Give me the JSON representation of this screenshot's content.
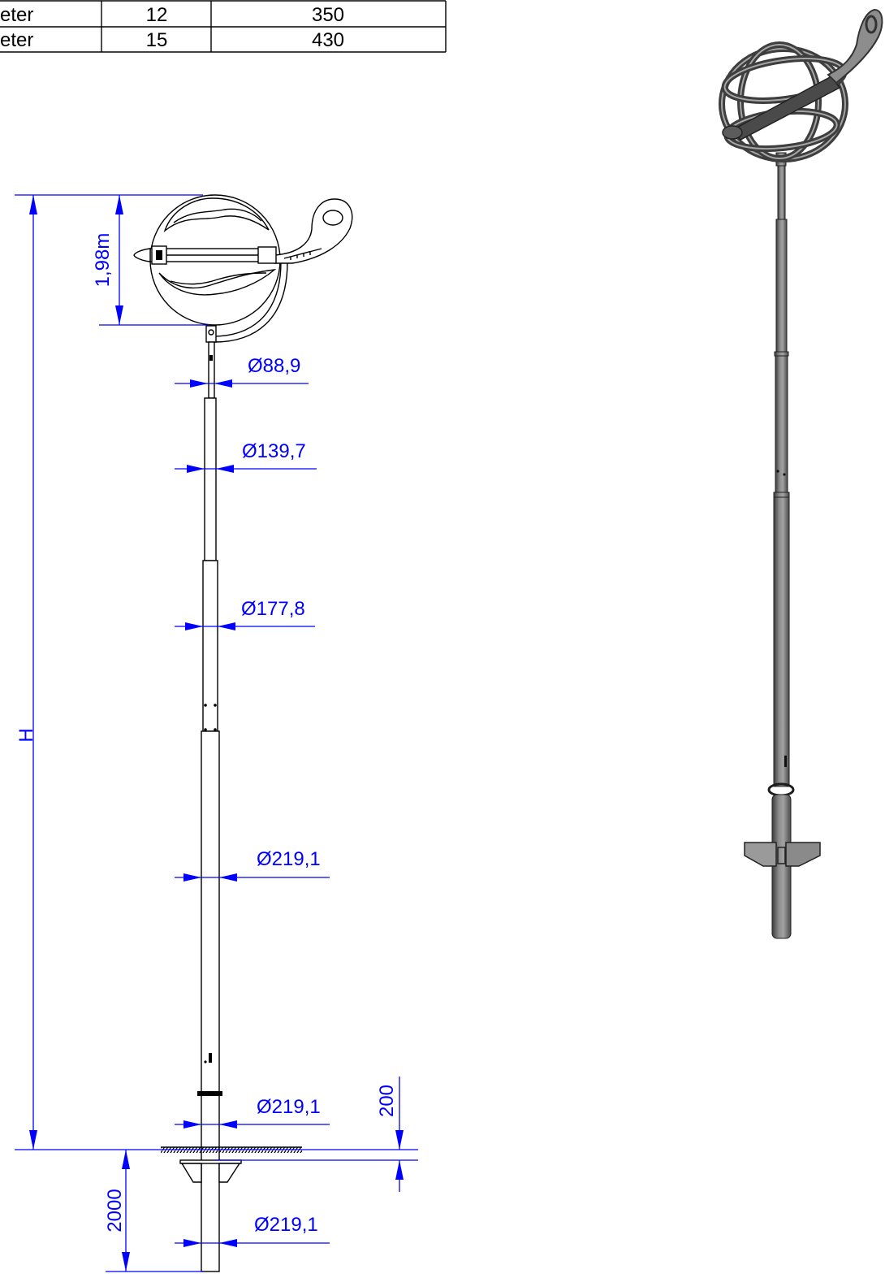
{
  "table": {
    "rows": [
      [
        "eter",
        "12",
        "350"
      ],
      [
        "eter",
        "15",
        "430"
      ]
    ]
  },
  "dimensions": {
    "overall_height_label": "H",
    "sphere_height_label": "1,98m",
    "diameter_labels": [
      "Ø88,9",
      "Ø139,7",
      "Ø177,8",
      "Ø219,1",
      "Ø219,1",
      "Ø219,1"
    ],
    "above_ground_label": "200",
    "embedment_label": "2000"
  },
  "colors": {
    "dimension": "#0000ff",
    "outline": "#000000",
    "render_metal": "#8c8c8c"
  }
}
